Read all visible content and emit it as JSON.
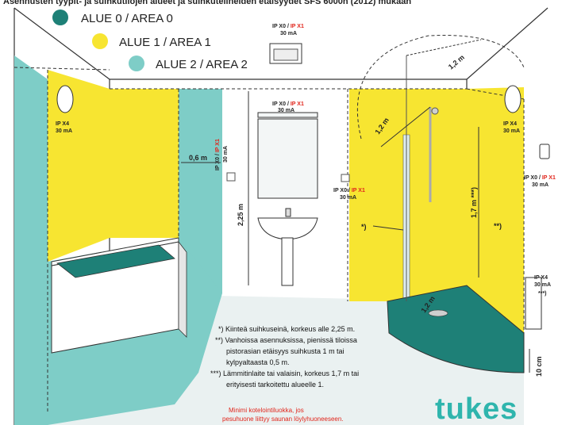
{
  "title_partial": "Asennusten tyypit- ja suihkutilojen alueet ja suihkutelineiden etäisyydet SFS 6000n (2012) mukaan",
  "legend": [
    {
      "label": "ALUE 0 / AREA 0",
      "color": "#1e8077"
    },
    {
      "label": "ALUE 1 / AREA 1",
      "color": "#f7e531"
    },
    {
      "label": "ALUE 2 / AREA 2",
      "color": "#7ecdc7"
    }
  ],
  "ip_labels": {
    "ceiling_lamp": {
      "top_black": "IP X0 / ",
      "top_red": "IP X1",
      "bottom": "30 mA"
    },
    "mirror_lamp": {
      "top_black": "IP X0 / ",
      "top_red": "IP X1",
      "bottom": "30 mA"
    },
    "left_wall_lamp": {
      "top": "IP X4",
      "bottom": "30 mA"
    },
    "left_socket": {
      "top_black": "IP X0 / ",
      "top_red": "IP X1",
      "bottom": "30 mA"
    },
    "mid_socket": {
      "top_black": "IP X0 / ",
      "top_red": "IP X1",
      "bottom": "30 mA"
    },
    "right_wall_lamp": {
      "top": "IP X4",
      "bottom": "30 mA"
    },
    "right_switch": {
      "top_black": "IP X0 / ",
      "top_red": "IP X1",
      "bottom": "30 mA"
    },
    "heater": {
      "top": "IP X4",
      "mid": "30 mA",
      "note": "***)"
    }
  },
  "dimensions": {
    "bath_zone": "0,6 m",
    "height": "2,25 m",
    "ceiling_radius": "1,2 m",
    "shower_radius": "1,2 m",
    "floor_radius": "1,2 m",
    "heater_height": "1,7 m ***)",
    "floor_gap": "10 cm"
  },
  "markers": {
    "star1": "*)",
    "star2": "**)"
  },
  "notes": [
    "*) Kiinteä suihkuseinä, korkeus alle 2,25 m.",
    "**) Vanhoissa asennuksissa, pienissä tiloissa",
    "pistorasian etäisyys suihkusta 1 m tai",
    "kylpyaltaasta 0,5 m.",
    "***) Lämmitinlaite tai valaisin, korkeus 1,7 m tai",
    "erityisesti tarkoitettu alueelle 1."
  ],
  "footnote_red": [
    "Minimi kotelointiluokka, jos",
    "pesuhuone liittyy saunan löylyhuoneeseen."
  ],
  "brand": "tukes",
  "colors": {
    "area0": "#1e8077",
    "area1": "#f7e531",
    "area2": "#7ecdc7",
    "red": "#e1251b",
    "brand": "#2fb5ad"
  }
}
